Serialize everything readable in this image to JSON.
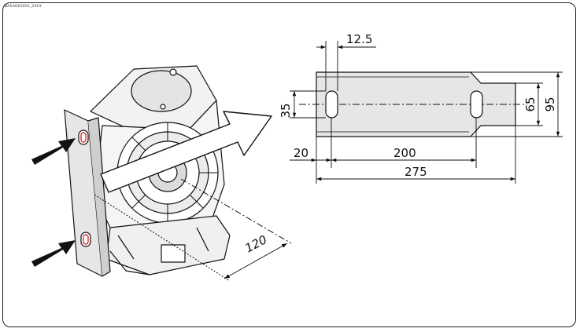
{
  "reference_code": "WASAD03001_2003",
  "dimensions": {
    "slot_width": "12.5",
    "slot_spacing": "35",
    "tab_height": "65",
    "total_height": "95",
    "edge_offset": "20",
    "slot_to_slot": "200",
    "total_length": "275",
    "clearance": "120"
  },
  "colors": {
    "line": "#111111",
    "plate_fill": "#e6e6e6",
    "slot_highlight": "#e03030"
  }
}
